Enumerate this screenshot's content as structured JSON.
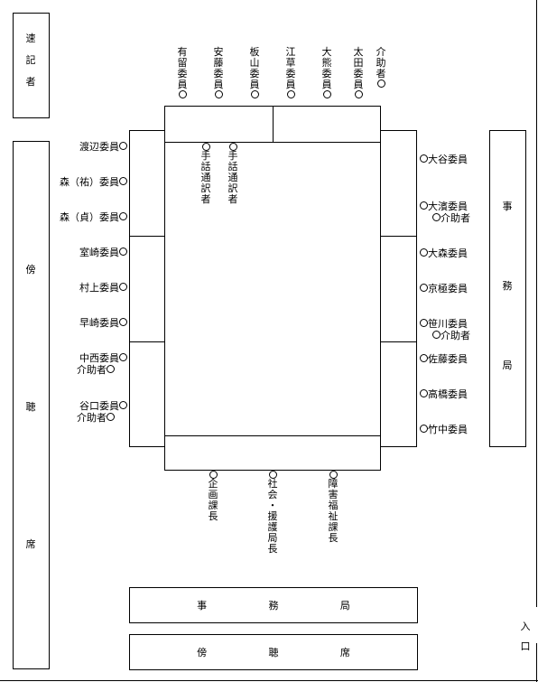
{
  "stenographer": "速記者",
  "gallery_left": "傍聴席",
  "secretariat_right": "事務局",
  "top_members": [
    "有留委員",
    "安藤委員",
    "板山委員",
    "江草委員",
    "大熊委員",
    "太田委員"
  ],
  "top_assistant": "介助者",
  "interpreters": [
    "手話通訳者",
    "手話通訳者"
  ],
  "left_members": [
    {
      "name": "渡辺委員"
    },
    {
      "name": "森（祐）委員"
    },
    {
      "name": "森（貞）委員"
    },
    {
      "name": "室崎委員"
    },
    {
      "name": "村上委員"
    },
    {
      "name": "早崎委員"
    },
    {
      "name": "中西委員",
      "assistant": "介助者"
    },
    {
      "name": "谷口委員",
      "assistant": "介助者"
    }
  ],
  "right_members": [
    {
      "name": "大谷委員"
    },
    {
      "name": "大濱委員",
      "assistant": "介助者"
    },
    {
      "name": "大森委員"
    },
    {
      "name": "京極委員"
    },
    {
      "name": "笹川委員",
      "assistant": "介助者"
    },
    {
      "name": "佐藤委員"
    },
    {
      "name": "高橋委員"
    },
    {
      "name": "竹中委員"
    }
  ],
  "bottom_officials": [
    "企画課長",
    "社会・援護局長",
    "障害福祉課長"
  ],
  "bottom_secretariat": [
    "事",
    "務",
    "局"
  ],
  "bottom_gallery": [
    "傍",
    "聴",
    "席"
  ],
  "entrance": "入口"
}
